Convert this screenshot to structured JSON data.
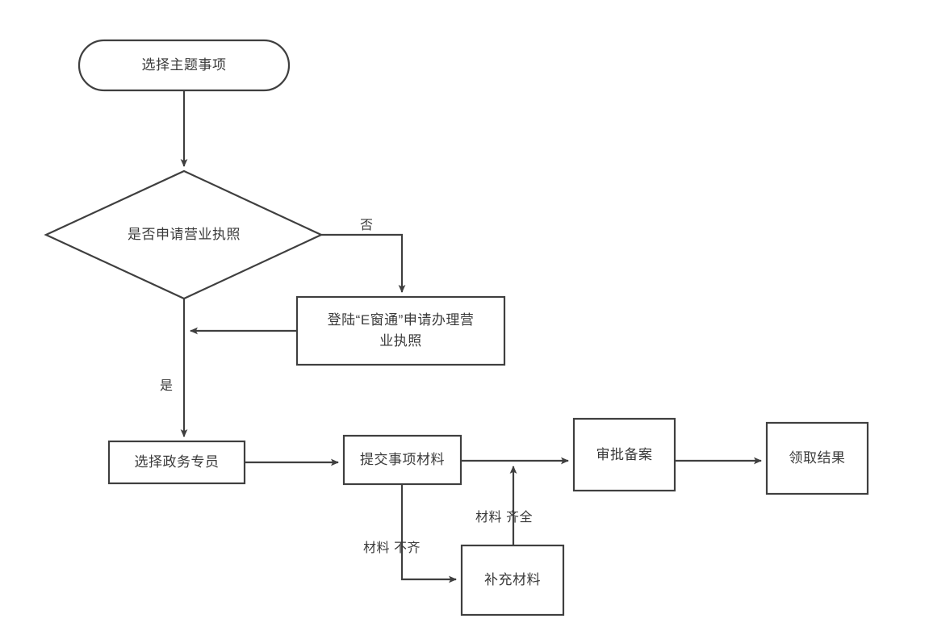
{
  "diagram": {
    "type": "flowchart",
    "orientation": "top-to-bottom",
    "stroke_color": "#3f3f3f",
    "text_color": "#3a3a3a",
    "background_color": "#ffffff",
    "nodes": [
      {
        "id": "start",
        "shape": "rounded-rectangle",
        "label": "选择主题事项"
      },
      {
        "id": "decision",
        "shape": "diamond",
        "label": "是否申请营业执照"
      },
      {
        "id": "license",
        "shape": "rectangle",
        "label": "登陆“E窗通”申请办理营\n业执照"
      },
      {
        "id": "officer",
        "shape": "rectangle",
        "label": "选择政务专员"
      },
      {
        "id": "submit",
        "shape": "rectangle",
        "label": "提交事项材料"
      },
      {
        "id": "approval",
        "shape": "rectangle",
        "label": "审批备案"
      },
      {
        "id": "result",
        "shape": "rectangle",
        "label": "领取结果"
      },
      {
        "id": "supplement",
        "shape": "rectangle",
        "label": "补充材料"
      }
    ],
    "edges": [
      {
        "from": "start",
        "to": "decision",
        "label": ""
      },
      {
        "from": "decision",
        "to": "license",
        "label": "否"
      },
      {
        "from": "license",
        "to": "decision-down-path",
        "label": ""
      },
      {
        "from": "decision",
        "to": "officer",
        "label": "是"
      },
      {
        "from": "officer",
        "to": "submit",
        "label": ""
      },
      {
        "from": "submit",
        "to": "approval",
        "label": ""
      },
      {
        "from": "approval",
        "to": "result",
        "label": ""
      },
      {
        "from": "submit",
        "to": "supplement",
        "label": "材料 不齐"
      },
      {
        "from": "supplement",
        "to": "submit-approval-link",
        "label": "材料 齐全"
      }
    ],
    "edge_labels": {
      "no": "否",
      "yes": "是",
      "materials_incomplete": "材料 不齐",
      "materials_complete": "材料 齐全"
    }
  }
}
